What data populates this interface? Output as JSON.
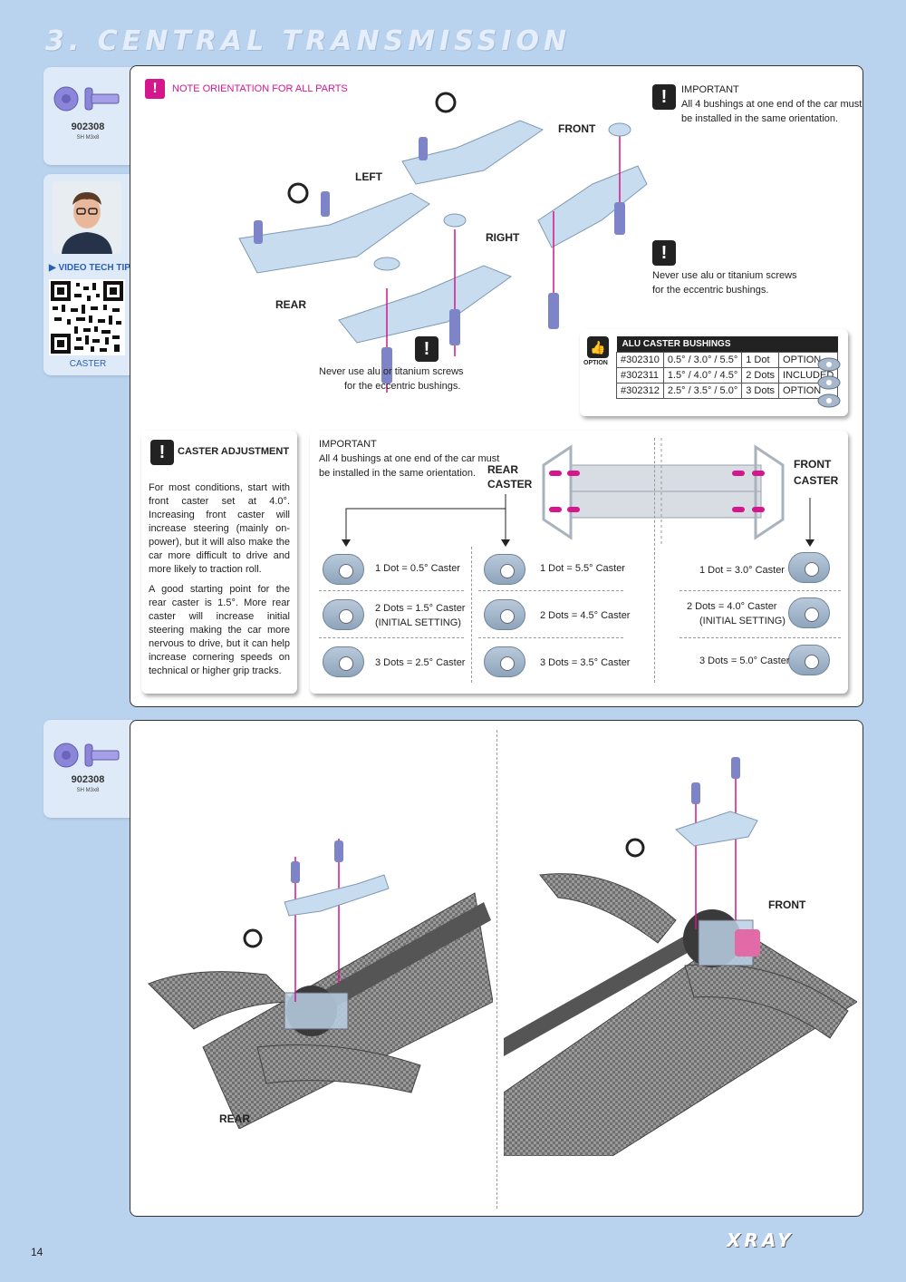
{
  "page": {
    "title": "3. CENTRAL TRANSMISSION",
    "number": "14",
    "brand": "XRAY"
  },
  "sidebar": {
    "part1": {
      "code": "902308",
      "desc": "SH M3x8"
    },
    "video": {
      "label": "VIDEO TECH TIP",
      "caption": "CASTER"
    },
    "part2": {
      "code": "902308",
      "desc": "SH M3x8"
    }
  },
  "step1": {
    "note_orientation": "NOTE ORIENTATION FOR ALL PARTS",
    "important_title": "IMPORTANT",
    "important_text_1": "All 4 bushings at one end of the car must",
    "important_text_2": "be installed in the same orientation.",
    "labels": {
      "front": "FRONT",
      "left": "LEFT",
      "right": "RIGHT",
      "rear": "REAR"
    },
    "warning_right_1": "Never use alu or titanium screws",
    "warning_right_2": "for the eccentric bushings.",
    "warning_left_1": "Never use alu or titanium screws",
    "warning_left_2": "for the eccentric bushings.",
    "option_label": "OPTION",
    "option_table": {
      "header": "ALU CASTER BUSHINGS",
      "rows": [
        [
          "#302310",
          "0.5° / 3.0° / 5.5°",
          "1 Dot",
          "OPTION"
        ],
        [
          "#302311",
          "1.5° / 4.0° / 4.5°",
          "2 Dots",
          "INCLUDED"
        ],
        [
          "#302312",
          "2.5° / 3.5° / 5.0°",
          "3 Dots",
          "OPTION"
        ]
      ]
    },
    "caster_adjustment": {
      "title": "CASTER ADJUSTMENT",
      "p1": "For most conditions, start with front caster set at 4.0°. Increasing front caster will increase steering (mainly on-power), but it will also make the car more difficult to drive and more likely to traction roll.",
      "p2": "A good starting point for the rear caster is 1.5°. More rear caster will increase initial steering making the car more nervous to drive, but it can help increase cornering speeds on technical or higher grip tracks."
    },
    "caster_chart": {
      "important_title": "IMPORTANT",
      "important_text_1": "All 4 bushings at one end of the car must",
      "important_text_2": "be installed in the same orientation.",
      "rear_label": "REAR",
      "rear_caster": "CASTER",
      "front_label": "FRONT",
      "front_caster": "CASTER",
      "rear_col1": [
        "1 Dot = 0.5° Caster",
        "2 Dots = 1.5° Caster",
        "3 Dots = 2.5° Caster"
      ],
      "rear_col2": [
        "1 Dot = 5.5° Caster",
        "2 Dots = 4.5° Caster",
        "3 Dots = 3.5° Caster"
      ],
      "front_col": [
        "1 Dot = 3.0° Caster",
        "2 Dots = 4.0° Caster",
        "3 Dots = 5.0° Caster"
      ],
      "initial_setting": "(INITIAL SETTING)"
    }
  },
  "step2": {
    "rear_label": "REAR",
    "front_label": "FRONT"
  }
}
